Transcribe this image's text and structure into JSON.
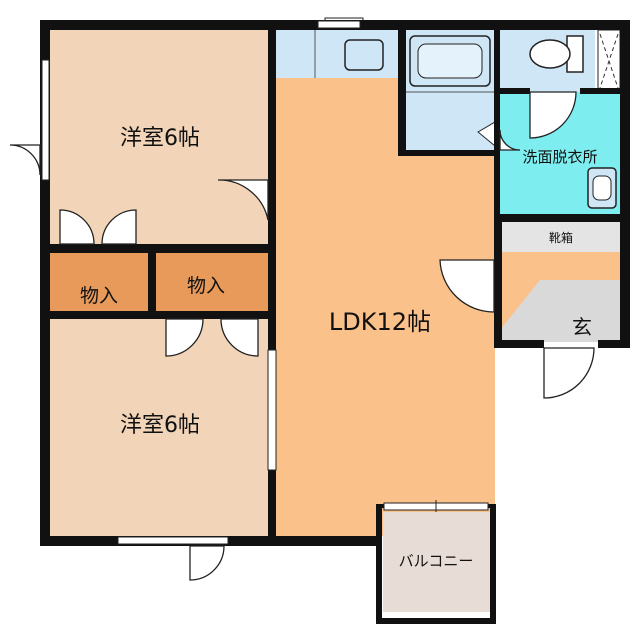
{
  "rooms": {
    "western_room_upper": "洋室6帖",
    "western_room_lower": "洋室6帖",
    "storage_left": "物入",
    "storage_right": "物入",
    "ldk": "LDK12帖",
    "washroom": "洗面脱衣所",
    "shoe_cabinet": "靴箱",
    "entrance": "玄",
    "balcony": "バルコニー"
  },
  "colors": {
    "western_room": "#F2D4B8",
    "ldk": "#FBC18A",
    "storage": "#E79A5A",
    "wet_area": "#CFE6F7",
    "washroom": "#7DEDF0",
    "entrance": "#D9D9D9",
    "shoe_cabinet": "#E4E4E4",
    "balcony": "#E8DCD6",
    "wall": "#111111"
  }
}
